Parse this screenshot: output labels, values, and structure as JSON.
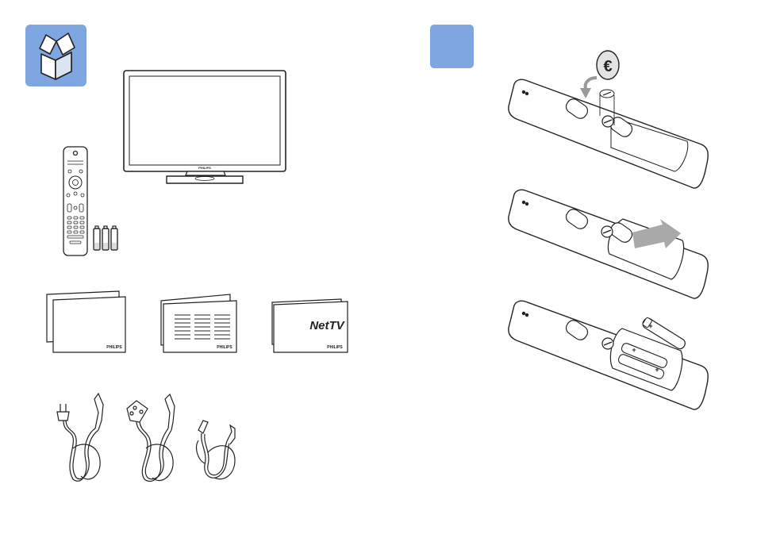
{
  "left_page": {
    "tv": {
      "brand": "PHILIPS"
    },
    "booklets": [
      {
        "brand": "PHILIPS"
      },
      {
        "brand": "PHILIPS"
      },
      {
        "brand": "PHILIPS",
        "logo": "NetTV"
      }
    ]
  },
  "right_page": {
    "coin": {
      "symbol": "€"
    },
    "battery": {
      "polarity": "+"
    }
  },
  "colors": {
    "tile": "#7fa6e0",
    "line": "#222222",
    "arrow": "#a9a9a9",
    "coin_fill": "#e3e3e3"
  },
  "icons": [
    "box-icon",
    "euro-coin-icon",
    "rotate-arrow-icon",
    "slide-arrow-icon"
  ]
}
